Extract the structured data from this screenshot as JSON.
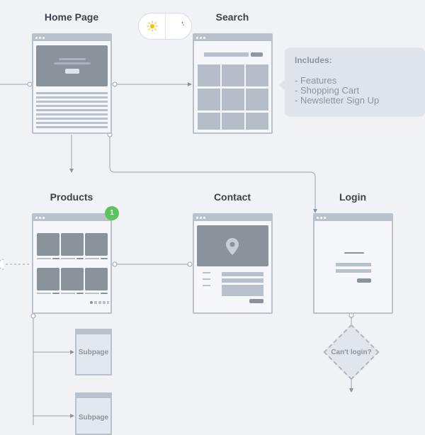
{
  "pages": {
    "home": "Home Page",
    "search": "Search",
    "products": "Products",
    "contact": "Contact",
    "login": "Login"
  },
  "theme_toggle": {
    "light_icon": "sun-icon",
    "dark_icon": "moon-icon"
  },
  "note": {
    "heading": "Includes:",
    "items": [
      "- Features",
      "- Shopping Cart",
      "- Newsletter Sign Up"
    ]
  },
  "badge": "1",
  "subpages": [
    "Subpage",
    "Subpage"
  ],
  "decision": "Can't login?",
  "colors": {
    "accent_green": "#5cc45c",
    "wire": "#9aa4af",
    "frame": "#b8c1cc",
    "block": "#8a929c"
  }
}
